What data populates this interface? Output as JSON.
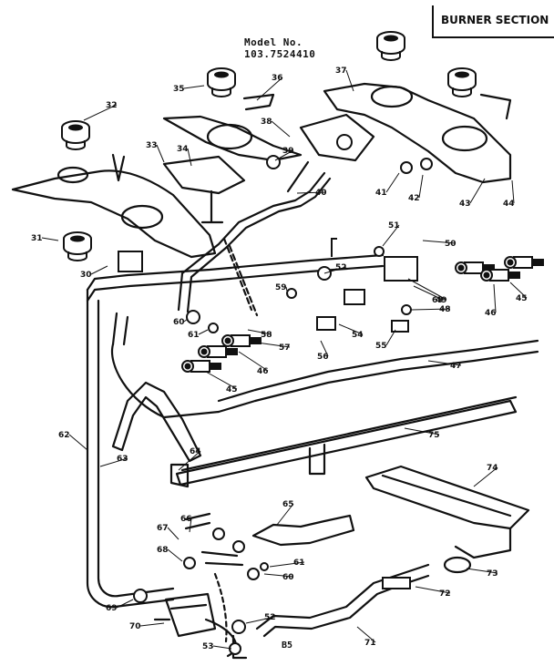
{
  "header": {
    "title": "BURNER SECTION"
  },
  "model": {
    "label": "Model No.",
    "number": "103.7524410"
  },
  "footer": {
    "code": "B5"
  },
  "callouts": [
    "30",
    "31",
    "32",
    "33",
    "34",
    "35",
    "36",
    "37",
    "38",
    "39",
    "40",
    "41",
    "42",
    "43",
    "44",
    "45",
    "45",
    "46",
    "46",
    "47",
    "48",
    "49",
    "50",
    "51",
    "52",
    "52",
    "53",
    "54",
    "55",
    "56",
    "57",
    "58",
    "59",
    "60",
    "60",
    "61",
    "61",
    "62",
    "63",
    "64",
    "65",
    "66",
    "67",
    "68",
    "69",
    "69",
    "70",
    "71",
    "72",
    "73",
    "74",
    "75"
  ]
}
